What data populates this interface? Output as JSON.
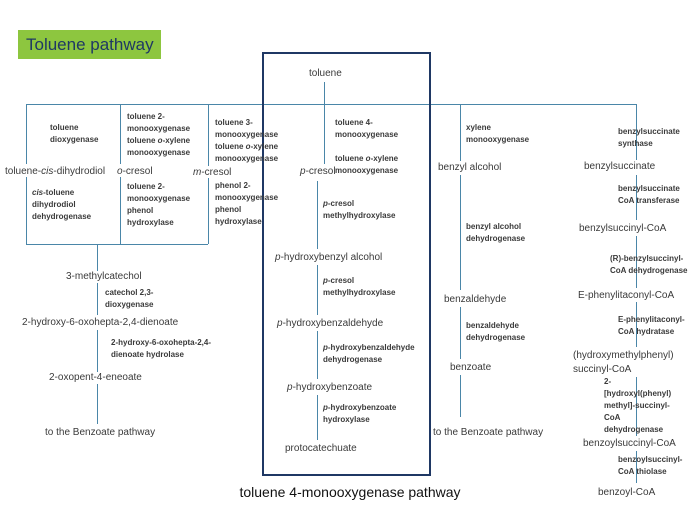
{
  "title": "Toluene pathway",
  "caption": "toluene 4-monooxygenase pathway",
  "colors": {
    "title_bg": "#8dc63f",
    "title_text": "#1f3864",
    "lines": "#4a86a8",
    "box": "#1f3864"
  },
  "compounds": {
    "toluene": "toluene",
    "tcd_a": "toluene-",
    "tcd_b": "cis",
    "tcd_c": "-dihydrodiol",
    "ocresol_a": "o",
    "ocresol_b": "-cresol",
    "mcresol_a": "m",
    "mcresol_b": "-cresol",
    "pcresol_a": "p",
    "pcresol_b": "-cresol",
    "benzyl_alcohol": "benzyl alcohol",
    "benzylsuccinate": "benzylsuccinate",
    "methylcatechol": "3-methylcatechol",
    "hohd": "2-hydroxy-6-oxohepta-2,4-dienoate",
    "oxopent": "2-oxopent-4-eneoate",
    "benzoate_pathway_left": "to the Benzoate pathway",
    "phba_a": "p",
    "phba_b": "-hydroxybenzyl alcohol",
    "phbald_a": "p",
    "phbald_b": "-hydroxybenzaldehyde",
    "phb_a": "p",
    "phb_b": "-hydroxybenzoate",
    "protocatechuate": "protocatechuate",
    "benzaldehyde": "benzaldehyde",
    "benzoate": "benzoate",
    "benzoate_pathway_right": "to the Benzoate pathway",
    "benzylsuccinyl_coa": "benzylsuccinyl-CoA",
    "ephenylitaconyl": "E-phenylitaconyl-CoA",
    "hmp_a": "(hydroxymethylphenyl)",
    "hmp_b": "succinyl-CoA",
    "benzoylsuccinyl": "benzoylsuccinyl-CoA",
    "benzoyl_coa": "benzoyl-CoA"
  },
  "enzymes": {
    "toluene_dioxygenase": "toluene dioxygenase",
    "t2mo_a": "toluene 2-monooxygenase",
    "t2mo_b": "toluene ",
    "t2mo_c": "o",
    "t2mo_d": "-xylene monooxygenase",
    "t3mo_a": "toluene 3-monooxygenase",
    "t3mo_b": "toluene ",
    "t3mo_c": "o",
    "t3mo_d": "-xylene monooxygenase",
    "t4mo_a": "toluene 4-monooxygenase",
    "t4mo_b": "toluene ",
    "t4mo_c": "o",
    "t4mo_d": "-xylene monooxygenase",
    "xylene_mo": "xylene monooxygenase",
    "bss": "benzylsuccinate synthase",
    "ctd_a": "cis",
    "ctd_b": "-toluene dihydrodiol dehydrogenase",
    "t2mo_ph_a": "toluene 2-monooxygenase",
    "t2mo_ph_b": "phenol hydroxylase",
    "phenol2mo": "phenol 2-monooxygenase phenol hydroxylase",
    "pcmh1_a": "p",
    "pcmh1_b": "-cresol methylhydroxylase",
    "bad": "benzyl alcohol dehydrogenase",
    "bsct": "benzylsuccinate CoA transferase",
    "c23d": "catechol 2,3-dioxygenase",
    "pcmh2_a": "p",
    "pcmh2_b": "-cresol methylhydroxylase",
    "bzd": "benzaldehyde dehydrogenase",
    "rbcd": "(R)-benzylsuccinyl-CoA dehydrogenase",
    "hohd_hydrolase": "2-hydroxy-6-oxohepta-2,4-dienoate hydrolase",
    "phbad_a": "p",
    "phbad_b": "-hydroxybenzaldehyde dehydrogenase",
    "epch": "E-phenylitaconyl-CoA hydratase",
    "phbh_a": "p",
    "phbh_b": "-hydroxybenzoate hydroxylase",
    "hpmsd": "2-[hydroxyl(phenyl) methyl]-succinyl-CoA dehydrogenase",
    "bsct_thiolase": "benzoylsuccinyl-CoA thiolase"
  }
}
